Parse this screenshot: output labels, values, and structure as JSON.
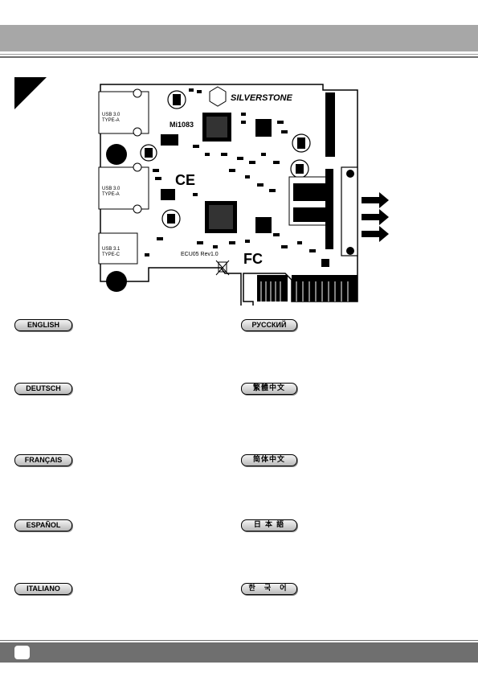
{
  "board": {
    "brand": "SILVERSTONE",
    "model": "ECU05  Rev1.0",
    "serial": "Mi1083",
    "port1_label": "USB 3.0",
    "port1_type": "TYPE-A",
    "port2_label": "USB 3.0",
    "port2_type": "TYPE-A",
    "port3_label": "USB 3.1",
    "port3_type": "TYPE-C",
    "ce_mark": "CE",
    "fc_mark": "FC"
  },
  "languages": {
    "left": [
      "ENGLISH",
      "DEUTSCH",
      "FRANÇAIS",
      "ESPAÑOL",
      "ITALIANO"
    ],
    "right": [
      "РУССКИЙ",
      "繁體中文",
      "简体中文",
      "日 本 語",
      "한 국 어"
    ]
  },
  "colors": {
    "header_bar": "#a7a7a7",
    "footer_bar": "#6f6f6f"
  }
}
